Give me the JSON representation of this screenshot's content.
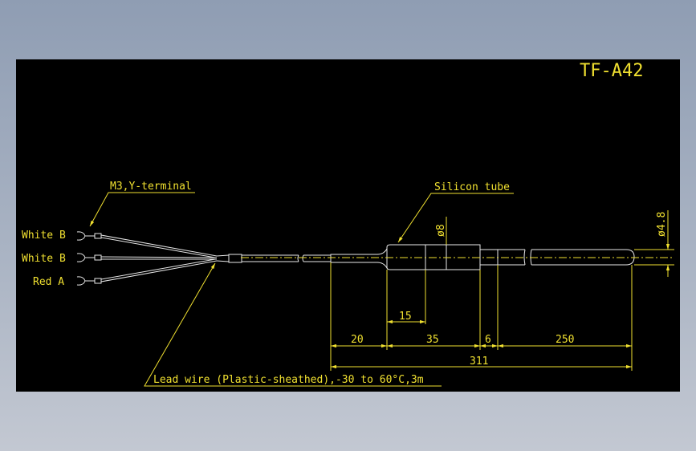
{
  "drawing": {
    "title": "TF-A42",
    "labels": {
      "terminal": "M3,Y-terminal",
      "tube": "Silicon tube",
      "lead": "Lead wire (Plastic-sheathed),-30 to 60°C,3m",
      "wire1": "White B",
      "wire2": "White B",
      "wire3": "Red A"
    },
    "dimensions": {
      "d20": "20",
      "d35": "35",
      "d6": "6",
      "d250": "250",
      "d15": "15",
      "d311": "311",
      "phi8": "ø8",
      "phi48": "ø4.8"
    },
    "colors": {
      "background": "#000000",
      "lines": "#f0e030",
      "wires": "#e8e8e8"
    }
  }
}
